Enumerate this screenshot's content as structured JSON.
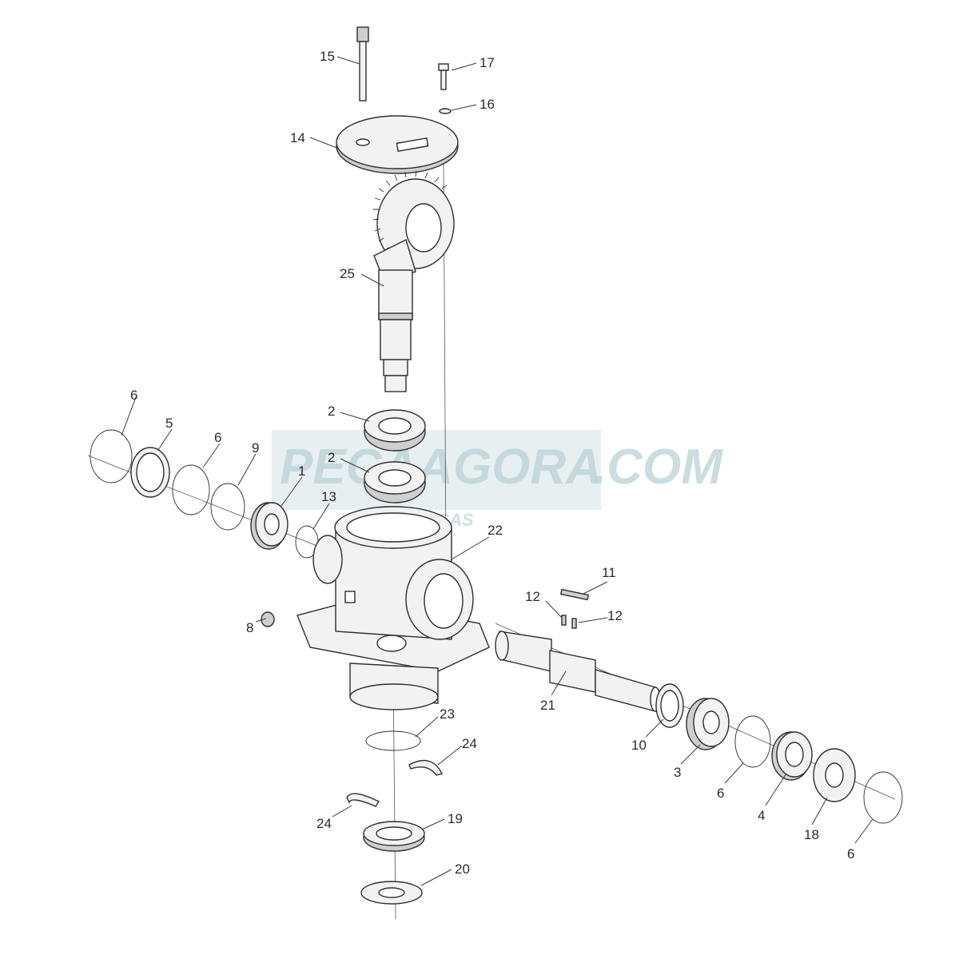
{
  "watermark": {
    "brand": "PECAAGORA",
    "domain": ".COM",
    "tagline": "AUTOPEÇAS",
    "color": "#b9d2d6"
  },
  "callouts": [
    "15",
    "17",
    "16",
    "14",
    "25",
    "6",
    "5",
    "6",
    "9",
    "1",
    "13",
    "2",
    "2",
    "22",
    "11",
    "12",
    "12",
    "8",
    "21",
    "10",
    "3",
    "6",
    "4",
    "18",
    "6",
    "23",
    "24",
    "24",
    "19",
    "20"
  ]
}
